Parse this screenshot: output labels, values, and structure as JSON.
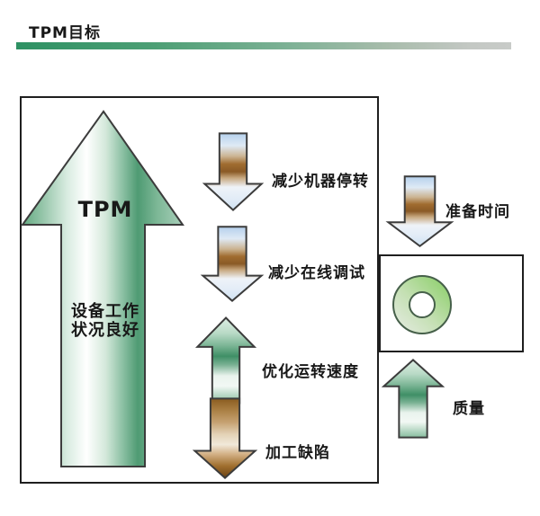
{
  "header": {
    "title": "TPM目标"
  },
  "diagram": {
    "main_arrow": {
      "label": "TPM",
      "sublabel_line1": "设备工作",
      "sublabel_line2": "状况良好",
      "direction": "up"
    },
    "factors": [
      {
        "label": "减少机器停转",
        "direction": "down",
        "style": "blue-brown"
      },
      {
        "label": "减少在线调试",
        "direction": "down",
        "style": "blue-brown"
      },
      {
        "label": "优化运转速度",
        "direction": "up",
        "style": "green"
      },
      {
        "label": "加工缺陷",
        "direction": "down",
        "style": "brown"
      },
      {
        "label": "准备时间",
        "direction": "down",
        "style": "blue-brown"
      },
      {
        "label": "质量",
        "direction": "up",
        "style": "green"
      }
    ],
    "shapes": {
      "donut": "green-ring"
    },
    "colors": {
      "green_accent": "#3f8f66",
      "brown_accent": "#8a5a26",
      "blue_tint": "#b5d0ec",
      "donut_green": "#86cd62",
      "bar_gradient_start": "#2e9163",
      "bar_gradient_end": "#c8cbc8",
      "outline": "#3c3c3c",
      "box_border": "#1f1f1f"
    }
  }
}
